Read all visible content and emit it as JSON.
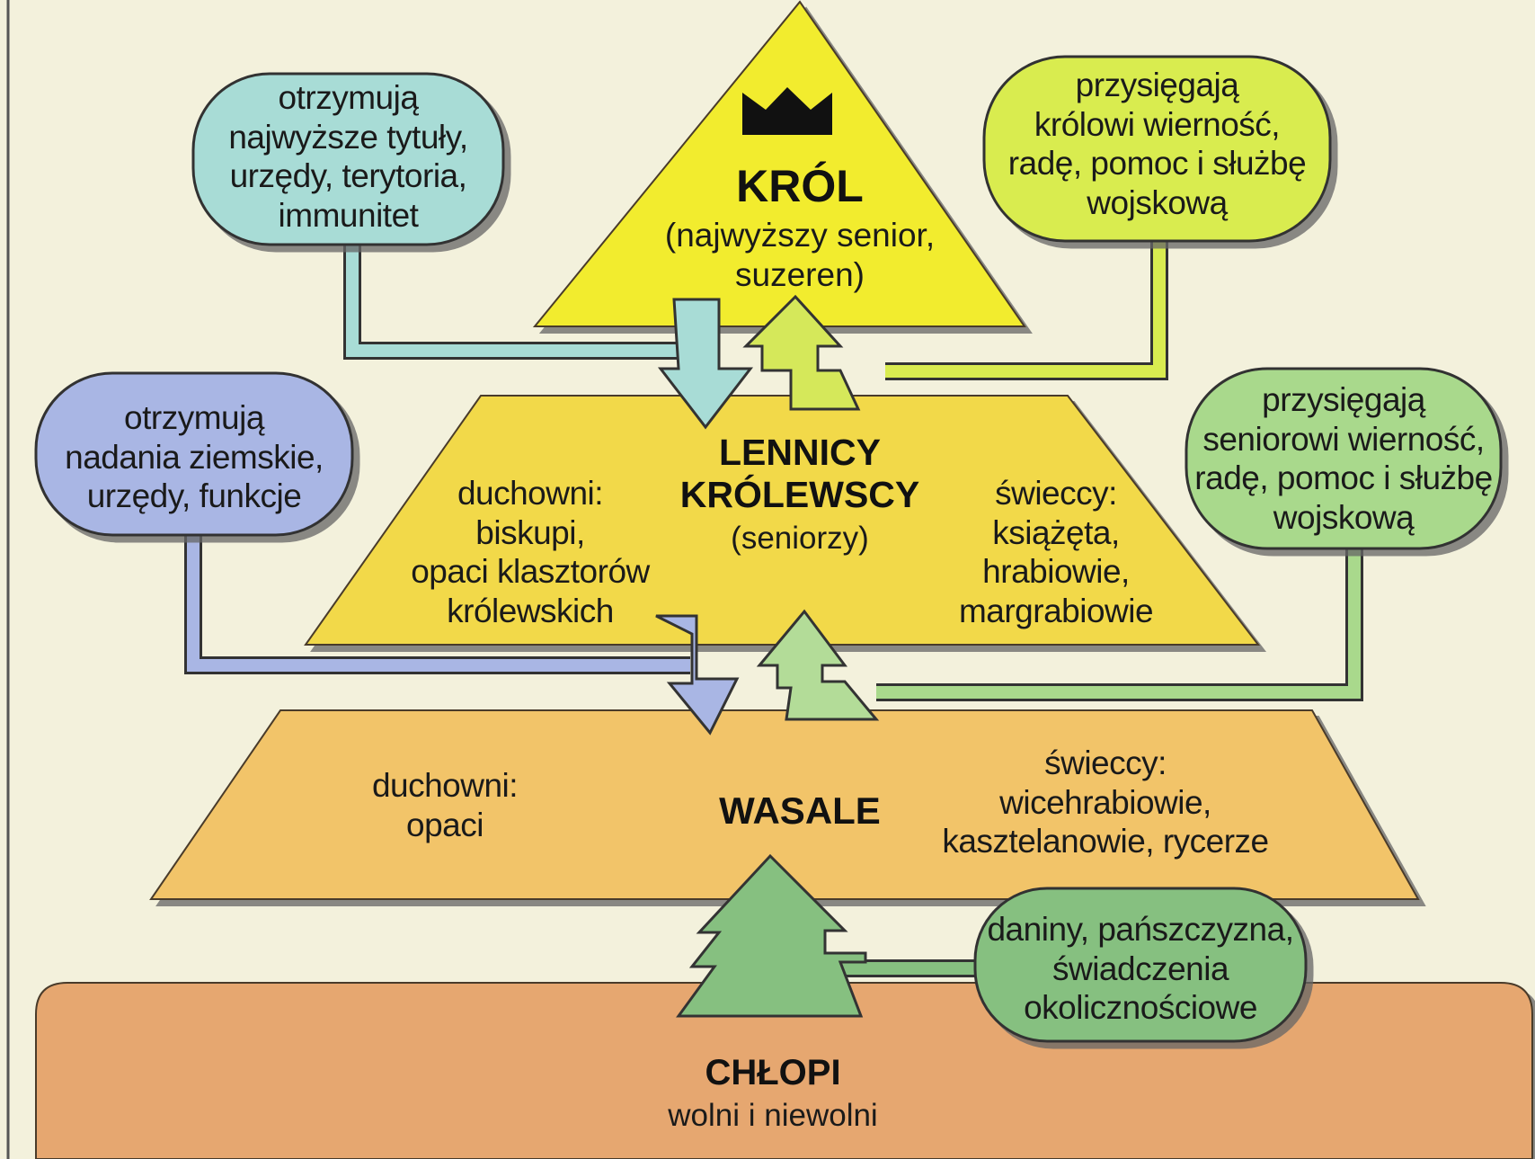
{
  "colors": {
    "background": "#f3f1dc",
    "krol": "#f2ec2e",
    "lennicy": "#f2d94a",
    "wasale": "#f2c469",
    "chlopi": "#e6a770",
    "bubble_top_left": "#a8dcd6",
    "bubble_top_right": "#d9ec50",
    "bubble_mid_left": "#a9b6e4",
    "bubble_mid_right": "#a9d98c",
    "bubble_bottom": "#86c080",
    "arrow_krol_up": "#d5e85a",
    "arrow_lennicy_up": "#b3dc98"
  },
  "icons": {
    "crown": "crown-icon"
  },
  "krol": {
    "title": "KRÓL",
    "subtitle": "(najwyższy senior,\nsuzeren)"
  },
  "lennicy": {
    "title": "LENNICY\nKRÓLEWSCY",
    "subtitle": "(seniorzy)",
    "left": "duchowni:\nbiskupi,\nopaci klasztorów\nkrólewskich",
    "right": "świeccy:\nksiążęta,\nhrabiowie,\nmargrabiowie"
  },
  "wasale": {
    "title": "WASALE",
    "left": "duchowni:\nopaci",
    "right": "świeccy:\nwicehrabiowie,\nkasztelanowie, rycerze"
  },
  "chlopi": {
    "title": "CHŁOPI",
    "subtitle": "wolni i niewolni"
  },
  "bubbles": {
    "top_left": "otrzymują\nnajwyższe tytuły,\nurzędy, terytoria,\nimmunitet",
    "top_right": "przysięgają\nkrólowi wierność,\nradę, pomoc i służbę\nwojskową",
    "mid_left": "otrzymują\nnadania ziemskie,\nurzędy, funkcje",
    "mid_right": "przysięgają\nseniorowi wierność,\nradę, pomoc i służbę\nwojskową",
    "bottom": "daniny, pańszczyzna,\nświadczenia\nokolicznościowe"
  }
}
